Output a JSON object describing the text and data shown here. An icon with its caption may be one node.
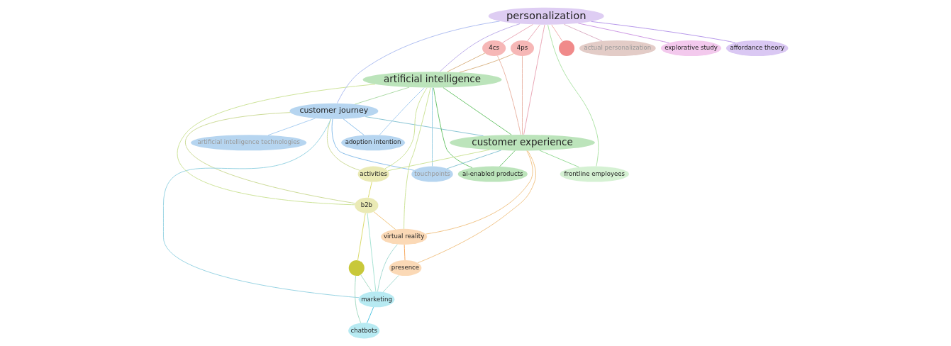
{
  "diagram": {
    "nodes": [
      {
        "text": [
          "4cs"
        ]
      },
      {
        "text": [
          "4ps"
        ]
      },
      {
        "text": [
          "artificial intelligence technologies"
        ]
      },
      {
        "text": [
          "adoption intention"
        ]
      },
      {
        "text": [
          "customer journey"
        ]
      },
      {
        "text": [
          "artificial intelligence"
        ]
      },
      {
        "text": [
          "touchpoints"
        ]
      },
      {
        "text": [
          "activities"
        ]
      },
      {
        "text": [
          "ai-enabled products"
        ]
      },
      {
        "text": [],
        "shape": "circle"
      },
      {
        "text": [
          "customer experience"
        ]
      },
      {
        "text": [
          "b2b"
        ]
      },
      {
        "text": [
          "actual personalization"
        ]
      },
      {
        "text": [
          "personalization"
        ]
      },
      {
        "text": [],
        "shape": "circle"
      },
      {
        "text": [
          "virtual reality"
        ]
      },
      {
        "text": [
          "marketing"
        ]
      },
      {
        "text": [
          "frontline employees"
        ]
      },
      {
        "text": [
          "presence"
        ]
      },
      {
        "text": [
          "chatbots"
        ]
      },
      {
        "text": [
          "explorative study"
        ]
      },
      {
        "text": [
          "affordance theory"
        ]
      }
    ],
    "edges": [
      {
        "from": 13,
        "to": 0,
        "arrow": "none",
        "color": "#e8a0b0"
      },
      {
        "from": 13,
        "to": 1,
        "arrow": "none",
        "color": "#e8a0b0"
      },
      {
        "from": 13,
        "to": 5,
        "arrow": "none",
        "color": "#b8a8e8"
      },
      {
        "from": 13,
        "to": 10,
        "arrow": "none",
        "color": "#e8a0b0"
      },
      {
        "from": 13,
        "to": 12,
        "arrow": "none",
        "color": "#d8a8c0"
      },
      {
        "from": 13,
        "to": 20,
        "arrow": "none",
        "color": "#c890e0"
      },
      {
        "from": 13,
        "to": 21,
        "arrow": "none",
        "color": "#b090e8"
      },
      {
        "from": 13,
        "to": 17,
        "arrow": "none",
        "color": "#a8e0a0"
      },
      {
        "from": 13,
        "to": 4,
        "arrow": "none",
        "color": "#a8b8f0"
      },
      {
        "from": 13,
        "to": 9,
        "arrow": "none",
        "color": "#f0a8a8"
      },
      {
        "from": 0,
        "to": 5,
        "arrow": "none",
        "color": "#d8b080"
      },
      {
        "from": 1,
        "to": 5,
        "arrow": "none",
        "color": "#d8b080"
      },
      {
        "from": 0,
        "to": 10,
        "arrow": "none",
        "color": "#e8b0a0"
      },
      {
        "from": 1,
        "to": 10,
        "arrow": "none",
        "color": "#e8b0a0"
      },
      {
        "from": 5,
        "to": 10,
        "arrow": "none",
        "color": "#60c060"
      },
      {
        "from": 5,
        "to": 8,
        "arrow": "none",
        "color": "#60c060"
      },
      {
        "from": 5,
        "to": 4,
        "arrow": "none",
        "color": "#a8d8a0"
      },
      {
        "from": 5,
        "to": 6,
        "arrow": "none",
        "color": "#90c8e0"
      },
      {
        "from": 5,
        "to": 7,
        "arrow": "none",
        "color": "#c8e090"
      },
      {
        "from": 5,
        "to": 11,
        "arrow": "none",
        "color": "#c8e090"
      },
      {
        "from": 5,
        "to": 15,
        "arrow": "none",
        "color": "#c8e090"
      },
      {
        "from": 4,
        "to": 3,
        "arrow": "none",
        "color": "#80b8e8"
      },
      {
        "from": 4,
        "to": 2,
        "arrow": "none",
        "color": "#a0c8f0"
      },
      {
        "from": 4,
        "to": 6,
        "arrow": "none",
        "color": "#80b8e8"
      },
      {
        "from": 4,
        "to": 7,
        "arrow": "none",
        "color": "#c8d890"
      },
      {
        "from": 4,
        "to": 10,
        "arrow": "none",
        "color": "#80c0d0"
      },
      {
        "from": 4,
        "to": 11,
        "arrow": "none",
        "color": "#c8d890"
      },
      {
        "from": 4,
        "to": 16,
        "arrow": "none",
        "color": "#90d0e0"
      },
      {
        "from": 3,
        "to": 5,
        "arrow": "none",
        "color": "#a0c8f0"
      },
      {
        "from": 7,
        "to": 11,
        "arrow": "none",
        "color": "#d8d860"
      },
      {
        "from": 11,
        "to": 14,
        "arrow": "none",
        "color": "#d8d860"
      },
      {
        "from": 11,
        "to": 15,
        "arrow": "none",
        "color": "#f0c070"
      },
      {
        "from": 11,
        "to": 16,
        "arrow": "none",
        "color": "#a0e0d0"
      },
      {
        "from": 10,
        "to": 15,
        "arrow": "none",
        "color": "#f0c080"
      },
      {
        "from": 10,
        "to": 18,
        "arrow": "none",
        "color": "#f0c080"
      },
      {
        "from": 10,
        "to": 17,
        "arrow": "none",
        "color": "#90d890"
      },
      {
        "from": 10,
        "to": 8,
        "arrow": "none",
        "color": "#60c060"
      },
      {
        "from": 10,
        "to": 6,
        "arrow": "none",
        "color": "#80c0d0"
      },
      {
        "from": 10,
        "to": 7,
        "arrow": "none",
        "color": "#c8e090"
      },
      {
        "from": 15,
        "to": 18,
        "arrow": "none",
        "color": "#f5a050"
      },
      {
        "from": 15,
        "to": 16,
        "arrow": "none",
        "color": "#a0d8d0"
      },
      {
        "from": 14,
        "to": 16,
        "arrow": "none",
        "color": "#a0d8c0"
      },
      {
        "from": 16,
        "to": 19,
        "arrow": "none",
        "color": "#40c0e0"
      },
      {
        "from": 14,
        "to": 19,
        "arrow": "none",
        "color": "#a0d8c0"
      },
      {
        "from": 18,
        "to": 16,
        "arrow": "none",
        "color": "#a0d8d0"
      }
    ]
  }
}
